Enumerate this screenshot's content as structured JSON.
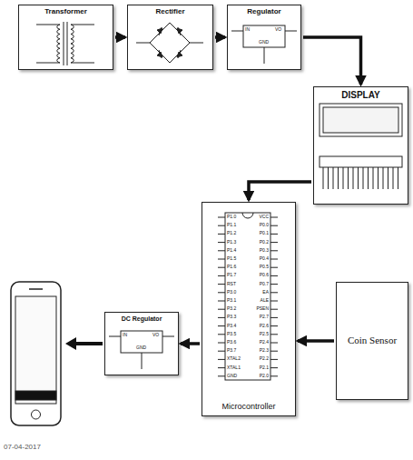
{
  "diagram": {
    "nodes": [
      {
        "text": [
          "Transformer"
        ]
      },
      {
        "text": [
          "Rectifier"
        ]
      },
      {
        "text": [
          "Regulator"
        ]
      },
      {
        "text": [
          "DISPLAY"
        ]
      },
      {
        "text": [
          "Microcontroller"
        ]
      },
      {
        "text": [
          "DC Regulator"
        ]
      },
      {
        "text": [
          "Coin Sensor"
        ]
      }
    ],
    "edges": [
      {
        "from": 0,
        "to": 1,
        "arrow": "to"
      },
      {
        "from": 1,
        "to": 2,
        "arrow": "to"
      },
      {
        "from": 2,
        "to": 3,
        "arrow": "to"
      },
      {
        "from": 3,
        "to": 4,
        "arrow": "to"
      },
      {
        "from": 6,
        "to": 4,
        "arrow": "to"
      },
      {
        "from": 4,
        "to": 5,
        "arrow": "to"
      }
    ],
    "labels": [
      "07-04-2017",
      "IN",
      "VO",
      "GND",
      "IN",
      "VO",
      "GND",
      "P1.0",
      "P1.1",
      "P1.2",
      "P1.3",
      "P1.4",
      "P1.5",
      "P1.6",
      "P1.7",
      "RST",
      "P3.0",
      "P3.1",
      "P3.2",
      "P3.3",
      "P3.4",
      "P3.5",
      "P3.6",
      "P3.7",
      "XTAL2",
      "XTAL1",
      "GND",
      "P2.0",
      "P2.1",
      "P2.2",
      "P2.3",
      "P2.4",
      "P2.5",
      "P2.6",
      "P2.7",
      "PSEN",
      "ALE",
      "EA",
      "P0.7",
      "P0.6",
      "P0.5",
      "P0.4",
      "P0.3",
      "P0.2",
      "P0.1",
      "P0.0",
      "VCC"
    ]
  }
}
